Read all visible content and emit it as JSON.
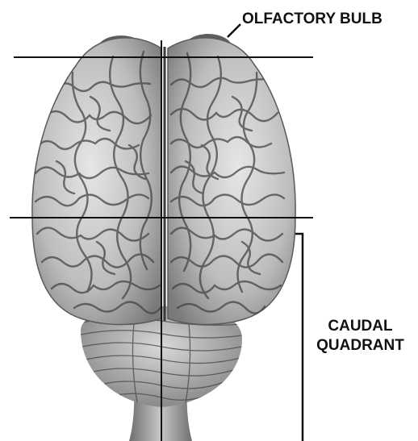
{
  "labels": {
    "olfactory_bulb": "OLFACTORY BULB",
    "caudal_line1": "CAUDAL",
    "caudal_line2": "QUADRANT"
  },
  "colors": {
    "background": "#ffffff",
    "ink": "#111111",
    "cortex_light": "#d4d4d4",
    "cortex_mid": "#a9a9a9",
    "cortex_dark": "#6f6f6f",
    "bulb": "#5e5e5e",
    "stem": "#9a9a9a"
  }
}
